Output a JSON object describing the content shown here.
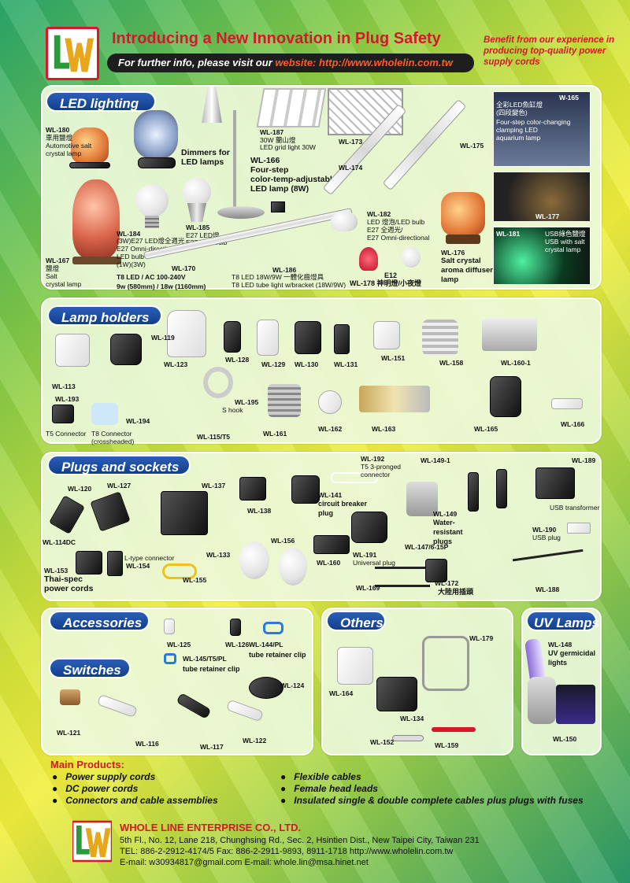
{
  "header": {
    "title": "Introducing a New Innovation in Plug Safety",
    "bar_prefix": "For further info, please visit our ",
    "bar_link": "website: http://www.wholelin.com.tw",
    "side_text": "Benefit from our experience in producing top-quality power supply cords"
  },
  "sections": {
    "led": "LED lighting",
    "lamp": "Lamp holders",
    "plugs": "Plugs and sockets",
    "accessories": "Accessories",
    "switches": "Switches",
    "others": "Others",
    "uv": "UV Lamps"
  },
  "led_labels": {
    "wl180": "WL-180",
    "wl180_cn": "車用鹽燈",
    "wl180_desc": "Automotive salt\ncrystal lamp",
    "dimmers": "Dimmers for\nLED lamps",
    "wl187": "WL-187",
    "wl187_cn": "30W 蘭山燈",
    "wl187_desc": "LED grid light 30W",
    "wl173": "WL-173",
    "wl166": "WL-166",
    "wl166_desc": "Four-step\ncolor-temp-adjustable\nLED lamp (8W)",
    "wl174": "WL-174",
    "wl175": "WL-175",
    "wl165": "W-165",
    "wl165_cn": "全彩LED魚缸燈\n(四段變色)",
    "wl165_desc": "Four-step color-changing\nclamping LED\naquarium lamp",
    "wl185": "WL-185",
    "wl185_cn": "E27 LED燈",
    "wl185_desc": "E27 LED bulb",
    "wl184": "WL-184",
    "wl184_desc": "(3W)E27 LED燈全週光\nE27 Omni-directional\nLED bulb\n(1W)(3W)",
    "wl167": "WL-167",
    "wl167_cn": "鹽燈",
    "wl167_desc": "Salt\ncrystal lamp",
    "wl182": "WL-182",
    "wl182_desc": "LED 燈泡/LED bulb\nE27 全週光/\nE27 Omni-directional",
    "wl177": "WL-177",
    "wl176": "WL-176",
    "wl176_desc": "Salt crystal\naroma diffuser\nlamp",
    "wl181": "WL-181",
    "wl181_desc": "USB綠色鹽燈\nUSB with salt\ncrystal lamp",
    "wl170": "WL-170",
    "wl170_desc": "T8 LED / AC 100-240V\n9w (580mm) / 18w (1160mm)",
    "wl186": "WL-186",
    "wl186_desc": "T8 LED 18W/9W 一體化齒燈具\nT8 LED tube light w/bracket (18W/9W)",
    "e12": "E12",
    "wl178": "WL-178 神明燈/小夜燈"
  },
  "lamp_labels": [
    "WL-119",
    "WL-123",
    "WL-128",
    "WL-129",
    "WL-130",
    "WL-131",
    "WL-151",
    "WL-158",
    "WL-160-1",
    "WL-113",
    "WL-193",
    "WL-194",
    "WL-195",
    "WL-115/T5",
    "WL-161",
    "WL-162",
    "WL-163",
    "WL-165",
    "WL-166"
  ],
  "lamp_extra": {
    "t5": "T5 Connector",
    "t8": "T8 Connector\n(crossheaded)",
    "shook": "S hook"
  },
  "plug_labels": {
    "wl120": "WL-120",
    "wl127": "WL-127",
    "wl137": "WL-137",
    "wl114dc": "WL-114DC",
    "wl138": "WL-138",
    "wl133": "WL-133",
    "wl141": "WL-141",
    "wl141_desc": "circuit breaker\nplug",
    "wl192": "WL-192",
    "wl192_desc": "T5 3-pronged\nconnector",
    "wl149_1": "WL-149-1",
    "wl189": "WL-189",
    "usb_transformer": "USB transformer",
    "wl149": "WL-149",
    "wl149_desc": "Water-\nresistant\nplugs",
    "wl190": "WL-190",
    "wl190_desc": "USB plug",
    "wl156": "WL-156",
    "wl160": "WL-160",
    "wl191": "WL-191",
    "wl191_desc": "Universal plug",
    "wl147": "WL-147/6-15P",
    "wl153": "WL-153",
    "wl153_desc": "Thai-spec\npower cords",
    "wl154_desc": "L-type connector",
    "wl154": "WL-154",
    "wl155": "WL-155",
    "wl169": "WL-169",
    "wl172": "WL-172",
    "wl172_cn": "大陸用插頭",
    "wl188": "WL-188"
  },
  "acc_labels": {
    "wl125": "WL-125",
    "wl126": "WL-126",
    "wl144": "WL-144/PL",
    "wl144_desc": "tube retainer clip",
    "wl145": "WL-145/T5/PL",
    "wl145_desc": "tube retainer clip",
    "wl124": "WL-124",
    "wl121": "WL-121",
    "wl116": "WL-116",
    "wl117": "WL-117",
    "wl122": "WL-122"
  },
  "other_labels": {
    "wl179": "WL-179",
    "wl164": "WL-164",
    "wl134": "WL-134",
    "wl152": "WL-152",
    "wl159": "WL-159"
  },
  "uv_labels": {
    "wl148": "WL-148",
    "wl148_desc": "UV germicidal\nlights",
    "wl150": "WL-150"
  },
  "main_products": {
    "heading": "Main Products:",
    "left": [
      "Power supply cords",
      "DC power cords",
      "Connectors and cable assemblies"
    ],
    "right": [
      "Flexible cables",
      "Female head leads",
      "Insulated single & double complete cables plus plugs with fuses"
    ]
  },
  "footer": {
    "company": "WHOLE LINE ENTERPRISE CO., LTD.",
    "address": "5th Fl., No. 12, Lane 218, Chunghsing Rd., Sec. 2, Hsintien Dist., New Taipei City, Taiwan 231",
    "phone": "TEL: 886-2-2912-4174/5   Fax: 886-2-2911-9893, 8911-1718   http://www.wholelin.com.tw",
    "email": "E-mail: w30934817@gmail.com      E-mail: whole.lin@msa.hinet.net"
  },
  "colors": {
    "red": "#d6182a",
    "pill": "#1e4fa6",
    "panel": "#ecf8da"
  }
}
